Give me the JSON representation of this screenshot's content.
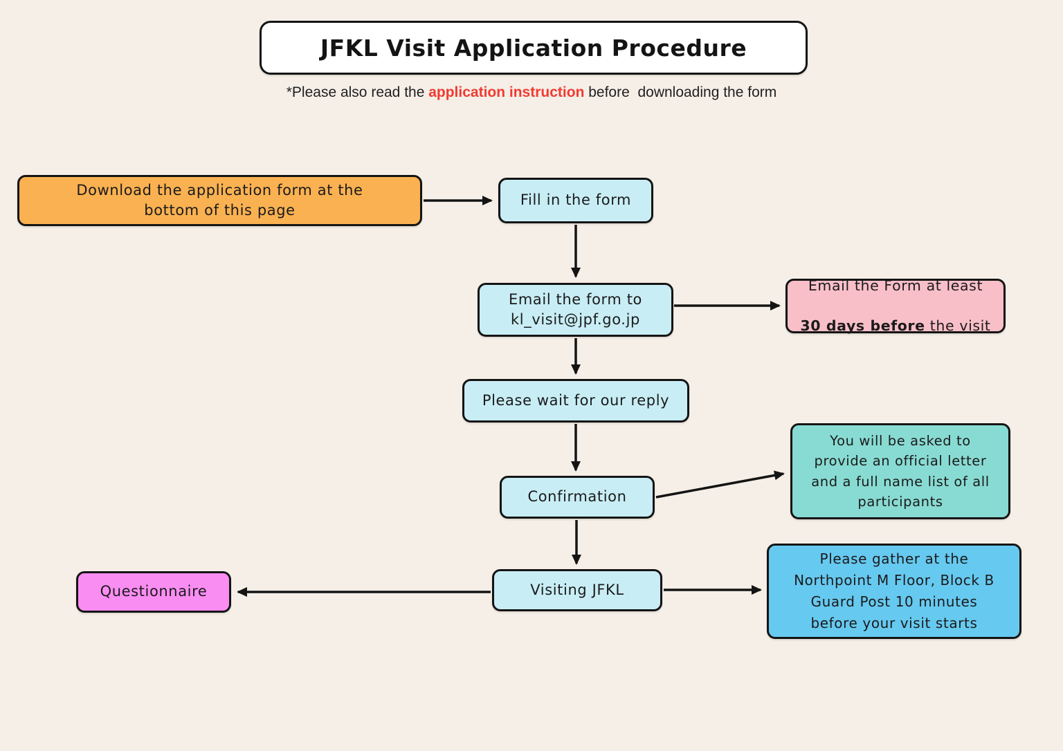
{
  "title": "JFKL Visit Application Procedure",
  "subtitle": {
    "prefix": "*Please also read the ",
    "highlight": "application instruction",
    "suffix": " before  downloading the form"
  },
  "colors": {
    "background": "#F5EFE7",
    "outline": "#141414",
    "accent_red": "#F23A31",
    "orange": "#FAB151",
    "light_blue": "#C8EDF5",
    "pink": "#F9BFC8",
    "teal": "#88DBD3",
    "sky_blue": "#66C9F0",
    "magenta": "#FA8DF2",
    "title_bg": "#FFFFFF"
  },
  "nodes": {
    "download": {
      "label": "Download the application form at the\nbottom of this page",
      "fill": "#FAB151"
    },
    "fill_form": {
      "label": "Fill in the form",
      "fill": "#C8EDF5"
    },
    "email": {
      "label": "Email the form to\nkl_visit@jpf.go.jp",
      "fill": "#C8EDF5"
    },
    "deadline": {
      "line1": "Email the Form at least",
      "bold": "30 days before",
      "rest": " the visit",
      "fill": "#F9BFC8"
    },
    "wait": {
      "label": "Please wait for our reply",
      "fill": "#C8EDF5"
    },
    "confirmation": {
      "label": "Confirmation",
      "fill": "#C8EDF5"
    },
    "official_letter": {
      "label": "You will be asked to\nprovide an official letter\nand a full name list of all\nparticipants",
      "fill": "#88DBD3"
    },
    "visiting": {
      "label": "Visiting JFKL",
      "fill": "#C8EDF5"
    },
    "questionnaire": {
      "label": "Questionnaire",
      "fill": "#FA8DF2"
    },
    "gather": {
      "label": "Please gather at the\nNorthpoint M Floor, Block B\nGuard Post 10 minutes\nbefore your visit starts",
      "fill": "#66C9F0"
    }
  }
}
